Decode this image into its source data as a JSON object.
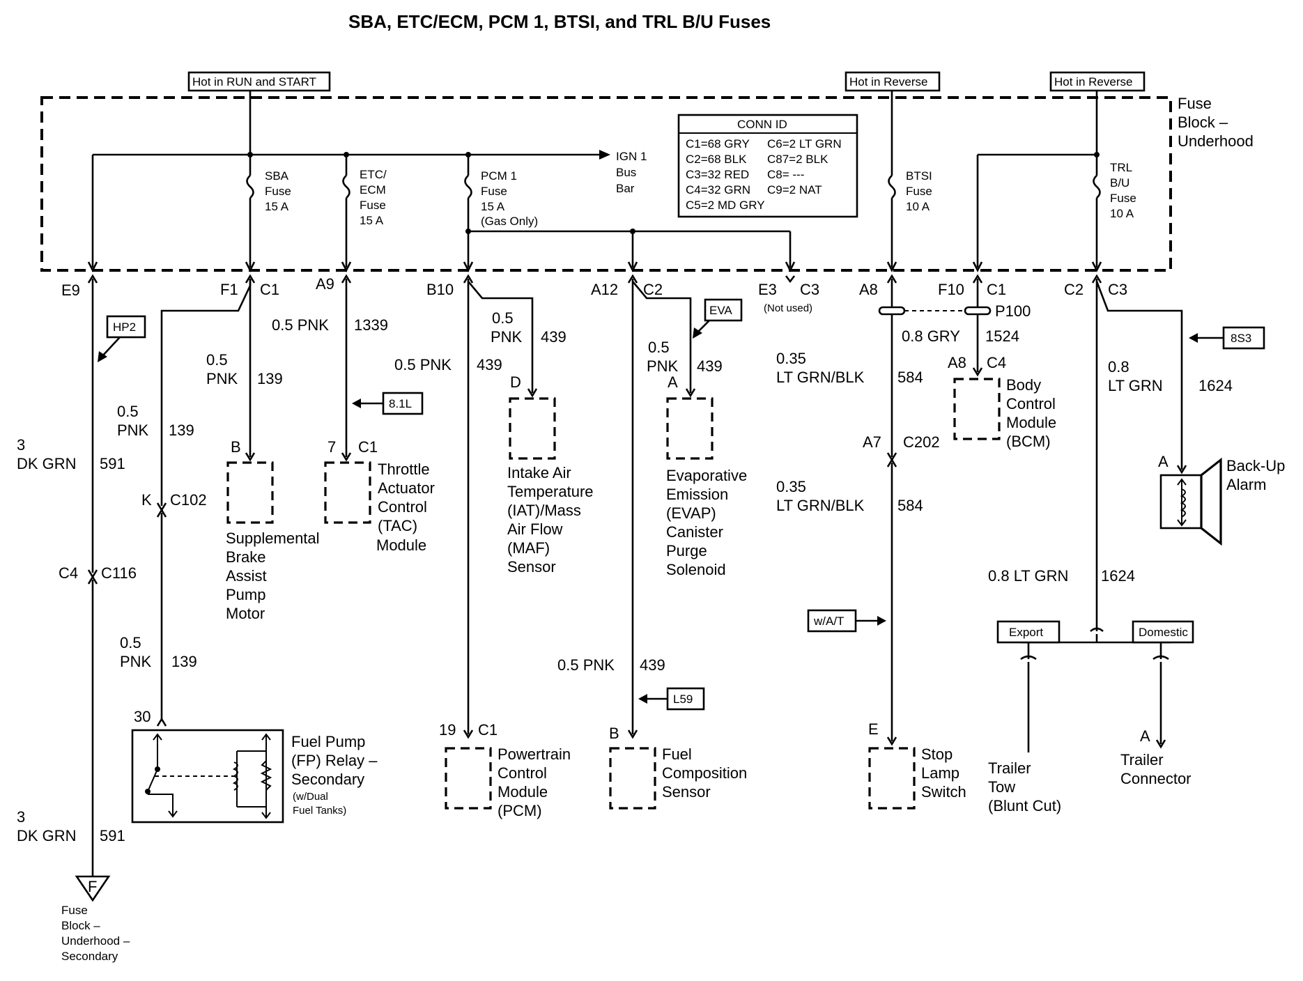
{
  "title": "SBA, ETC/ECM, PCM 1, BTSI, and TRL B/U Fuses",
  "hot": {
    "run_start": "Hot in RUN and START",
    "reverse_1": "Hot in Reverse",
    "reverse_2": "Hot in Reverse"
  },
  "fuse_block": [
    "Fuse",
    "Block –",
    "Underhood"
  ],
  "conn_id": {
    "header": "CONN ID",
    "left": [
      "C1=68 GRY",
      "C2=68 BLK",
      "C3=32 RED",
      "C4=32 GRN",
      "C5=2 MD GRY"
    ],
    "right": [
      "C6=2 LT GRN",
      "C87=2 BLK",
      "C8= ---",
      "C9=2 NAT"
    ]
  },
  "fuses": {
    "sba": [
      "SBA",
      "Fuse",
      "15 A"
    ],
    "etc": [
      "ETC/",
      "ECM",
      "Fuse",
      "15 A"
    ],
    "pcm": [
      "PCM 1",
      "Fuse",
      "15 A",
      "(Gas Only)"
    ],
    "btsi": [
      "BTSI",
      "Fuse",
      "10 A"
    ],
    "trl": [
      "TRL",
      "B/U",
      "Fuse",
      "10 A"
    ]
  },
  "ign_bus": [
    "IGN 1",
    "Bus",
    "Bar"
  ],
  "connectors": {
    "e9": "E9",
    "f1": "F1",
    "c1a": "C1",
    "a9": "A9",
    "b10": "B10",
    "a12": "A12",
    "c2a": "C2",
    "e3": "E3",
    "c3a": "C3",
    "not_used": "(Not used)",
    "a8": "A8",
    "f10": "F10",
    "c1b": "C1",
    "c2b": "C2",
    "c3b": "C3",
    "p100": "P100",
    "a8b": "A8",
    "c4b": "C4",
    "a7": "A7",
    "c202": "C202",
    "k": "K",
    "c102": "C102",
    "c4": "C4",
    "c116": "C116",
    "n30": "30",
    "b_sba": "B",
    "n7": "7",
    "c1_tac": "C1",
    "d_iat": "D",
    "a_evap": "A",
    "n19": "19",
    "c1_pcm": "C1",
    "b_fcs": "B",
    "e_stop": "E",
    "a_alarm": "A",
    "a_trl": "A"
  },
  "wires": {
    "w591_top": [
      "3",
      "DK GRN",
      "591"
    ],
    "w591_bot": [
      "3",
      "DK GRN",
      "591"
    ],
    "w139_a": [
      "0.5",
      "PNK",
      "139"
    ],
    "w139_b": [
      "0.5",
      "PNK",
      "139"
    ],
    "w139_c": [
      "0.5",
      "PNK",
      "139"
    ],
    "w1339": [
      "0.5 PNK",
      "1339"
    ],
    "w439_b10": [
      "0.5 PNK",
      "439"
    ],
    "w439_iat": [
      "0.5",
      "PNK",
      "439"
    ],
    "w439_evap": [
      "0.5",
      "PNK",
      "439"
    ],
    "w439_fcs": [
      "0.5 PNK",
      "439"
    ],
    "w584_a": [
      "0.35",
      "LT GRN/BLK",
      "584"
    ],
    "w584_b": [
      "0.35",
      "LT GRN/BLK",
      "584"
    ],
    "w1524": [
      "0.8 GRY",
      "1524"
    ],
    "w1624_a": [
      "0.8",
      "LT GRN",
      "1624"
    ],
    "w1624_b": [
      "0.8 LT GRN",
      "1624"
    ]
  },
  "tags": {
    "hp2": "HP2",
    "l81": "8.1L",
    "eva": "EVA",
    "s83": "8S3",
    "wat": "w/A/T",
    "l59": "L59",
    "export": "Export",
    "domestic": "Domestic"
  },
  "components": {
    "sba": [
      "Supplemental",
      "Brake",
      "Assist",
      "Pump",
      "Motor"
    ],
    "tac": [
      "Throttle",
      "Actuator",
      "Control",
      "(TAC)",
      "Module"
    ],
    "iat": [
      "Intake Air",
      "Temperature",
      "(IAT)/Mass",
      "Air Flow",
      "(MAF)",
      "Sensor"
    ],
    "evap": [
      "Evaporative",
      "Emission",
      "(EVAP)",
      "Canister",
      "Purge",
      "Solenoid"
    ],
    "bcm": [
      "Body",
      "Control",
      "Module",
      "(BCM)"
    ],
    "alarm": [
      "Back-Up",
      "Alarm"
    ],
    "fp": [
      "Fuel Pump",
      "(FP) Relay –",
      "Secondary"
    ],
    "fp_note": [
      "(w/Dual",
      "Fuel Tanks)"
    ],
    "pcm": [
      "Powertrain",
      "Control",
      "Module",
      "(PCM)"
    ],
    "fcs": [
      "Fuel",
      "Composition",
      "Sensor"
    ],
    "stop": [
      "Stop",
      "Lamp",
      "Switch"
    ],
    "trl_tow": [
      "Trailer",
      "Tow",
      "(Blunt Cut)"
    ],
    "trl_conn": [
      "Trailer",
      "Connector"
    ],
    "fuse_sec": [
      "Fuse",
      "Block –",
      "Underhood –",
      "Secondary"
    ],
    "f_ground": "F"
  }
}
